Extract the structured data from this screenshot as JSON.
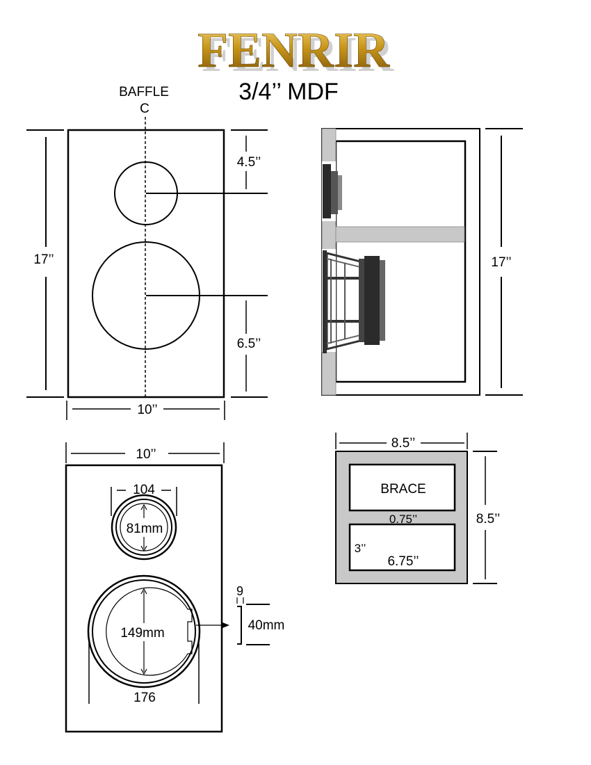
{
  "title": {
    "logo_text": "FENRIR",
    "material": "3/4’’ MDF"
  },
  "baffle_view": {
    "label": "BAFFLE",
    "center_label": "C",
    "height": "17’’",
    "width": "10’’",
    "tweeter_offset": "4.5’’",
    "woofer_offset": "6.5’’"
  },
  "side_view": {
    "height": "17’’"
  },
  "cutout_view": {
    "width": "10’’",
    "tweeter_flange": "104",
    "tweeter_cutout": "81mm",
    "woofer_cutout": "149mm",
    "woofer_flange": "176",
    "notch_depth": "9",
    "notch_width": "40mm"
  },
  "brace_view": {
    "width": "8.5’’",
    "height": "8.5’’",
    "label": "BRACE",
    "rail": "0.75’’",
    "window_height": "3’’",
    "window_width": "6.75’’"
  },
  "colors": {
    "logo_gold": "#c9961a",
    "logo_dark": "#7a5208",
    "panel_gray": "#c8c8c8",
    "line": "#000000"
  }
}
